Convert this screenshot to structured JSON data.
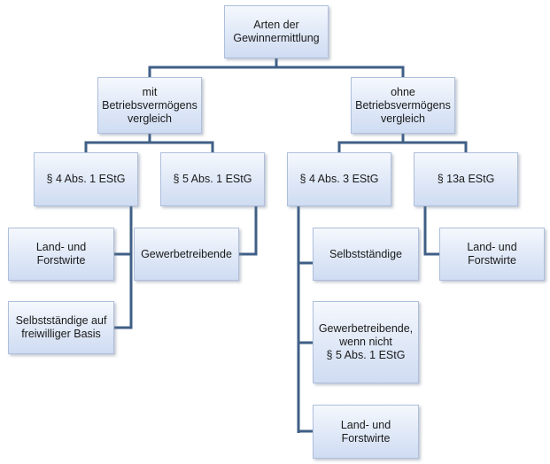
{
  "nodes": {
    "root": "Arten der\nGewinnermittlung",
    "mit": "mit\nBetriebsvermögens\nvergleich",
    "ohne": "ohne\nBetriebsvermögens\nvergleich",
    "par4abs1": "§ 4 Abs. 1 EStG",
    "par5abs1": "§ 5 Abs. 1 EStG",
    "par4abs3": "§ 4 Abs. 3 EStG",
    "par13a": "§ 13a EStG",
    "landforst1": "Land- und\nForstwirte",
    "selbst_frei": "Selbstständige auf\nfreiwilliger Basis",
    "gewerbe1": "Gewerbetreibende",
    "selbst": "Selbstständige",
    "gewerbe_wenn": "Gewerbetreibende,\nwenn nicht\n§ 5 Abs. 1 EStG",
    "landforst2": "Land- und\nForstwirte",
    "landforst3": "Land- und\nForstwirte"
  },
  "colors": {
    "connector": "#3f5f86",
    "box_border": "#aebfdc",
    "box_fill_top": "#f5f8fd",
    "box_fill_bottom": "#cfdcf2"
  }
}
